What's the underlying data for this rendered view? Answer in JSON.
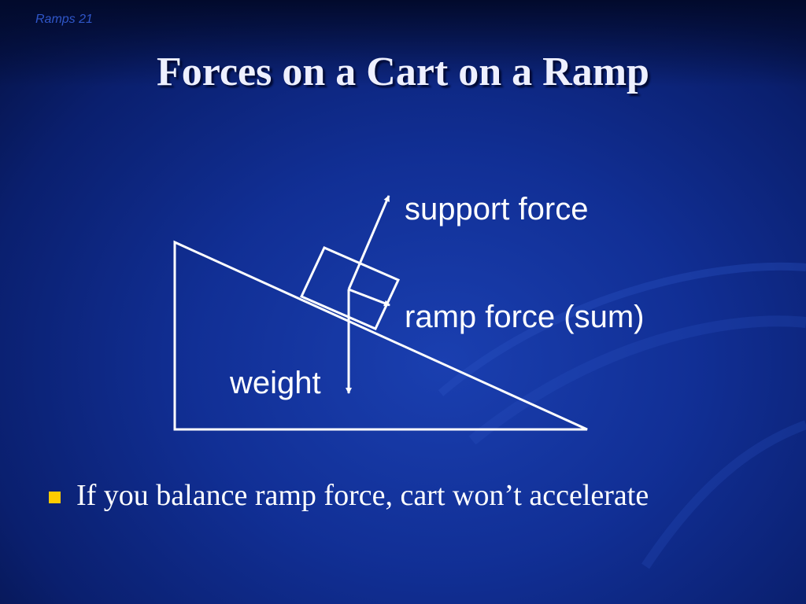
{
  "slide_label": "Ramps 21",
  "title": "Forces on a Cart on a Ramp",
  "diagram": {
    "labels": {
      "support": "support force",
      "ramp": "ramp force (sum)",
      "weight": "weight"
    },
    "colors": {
      "lines": "#ffffff"
    }
  },
  "bullet": {
    "text": "If you balance ramp force, cart won’t accelerate",
    "marker_color": "#ffcc00"
  }
}
